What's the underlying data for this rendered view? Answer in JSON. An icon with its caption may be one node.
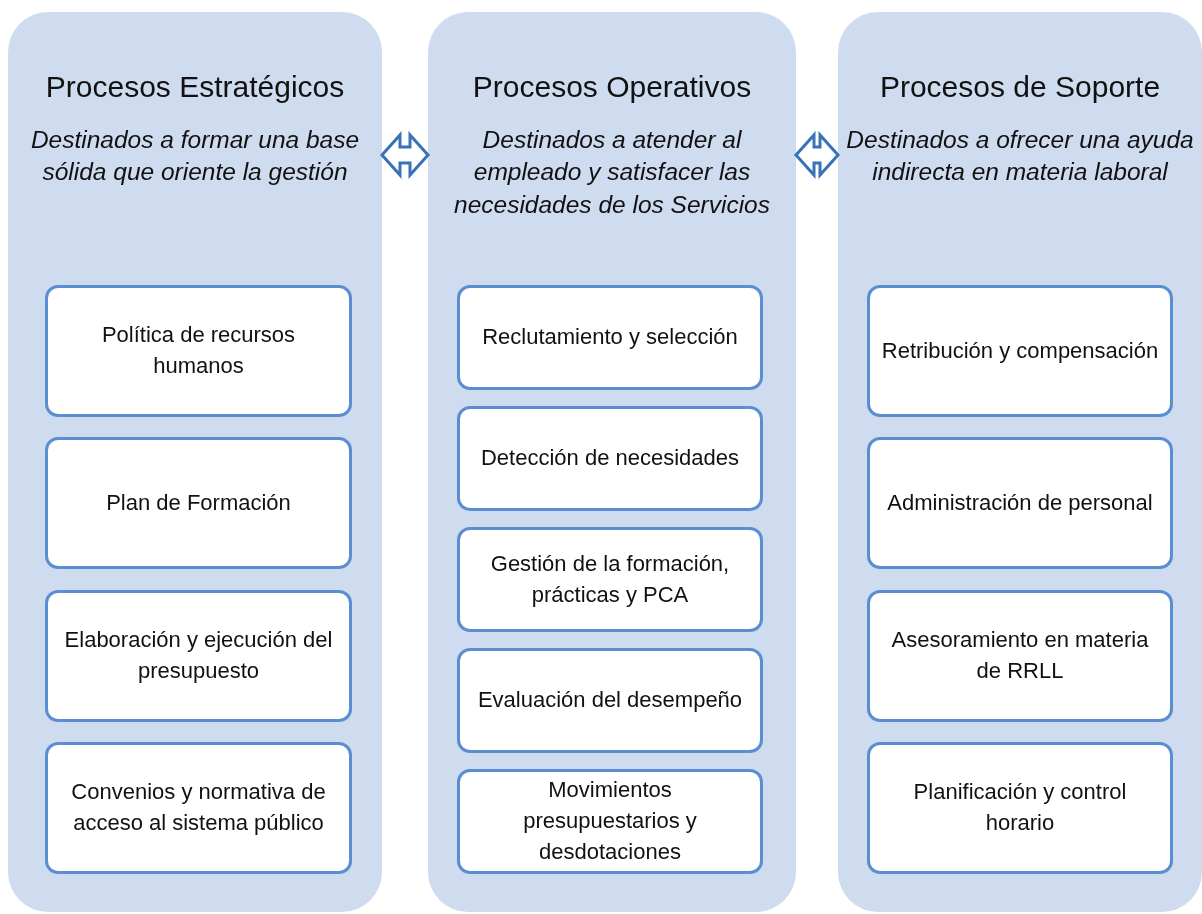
{
  "diagram": {
    "nodes": [
      {
        "text": [
          "Procesos Estratégicos",
          "Destinados a formar una base sólida que oriente la gestión"
        ]
      },
      {
        "text": [
          "Política de recursos humanos"
        ],
        "in": 0
      },
      {
        "text": [
          "Plan de Formación"
        ],
        "in": 0
      },
      {
        "text": [
          "Elaboración y ejecución del presupuesto"
        ],
        "in": 0
      },
      {
        "text": [
          "Convenios y normativa de acceso al sistema público"
        ],
        "in": 0
      },
      {
        "text": [
          "Procesos Operativos",
          "Destinados a atender al empleado y satisfacer las necesidades de los Servicios"
        ]
      },
      {
        "text": [
          "Reclutamiento y selección"
        ],
        "in": 5
      },
      {
        "text": [
          "Detección de necesidades"
        ],
        "in": 5
      },
      {
        "text": [
          "Gestión de la formación, prácticas y PCA"
        ],
        "in": 5
      },
      {
        "text": [
          "Evaluación del desempeño"
        ],
        "in": 5
      },
      {
        "text": [
          "Movimientos presupuestarios y desdotaciones"
        ],
        "in": 5
      },
      {
        "text": [
          "Procesos de Soporte",
          "Destinados a ofrecer una ayuda indirecta en materia laboral"
        ]
      },
      {
        "text": [
          "Retribución y compensación"
        ],
        "in": 11
      },
      {
        "text": [
          "Administración de personal"
        ],
        "in": 11
      },
      {
        "text": [
          "Asesoramiento en materia de RRLL"
        ],
        "in": 11
      },
      {
        "text": [
          "Planificación y control horario"
        ],
        "in": 11
      }
    ],
    "edges": [
      {
        "from": 0,
        "to": 5,
        "arrow": "both"
      },
      {
        "from": 5,
        "to": 11,
        "arrow": "both"
      }
    ]
  }
}
